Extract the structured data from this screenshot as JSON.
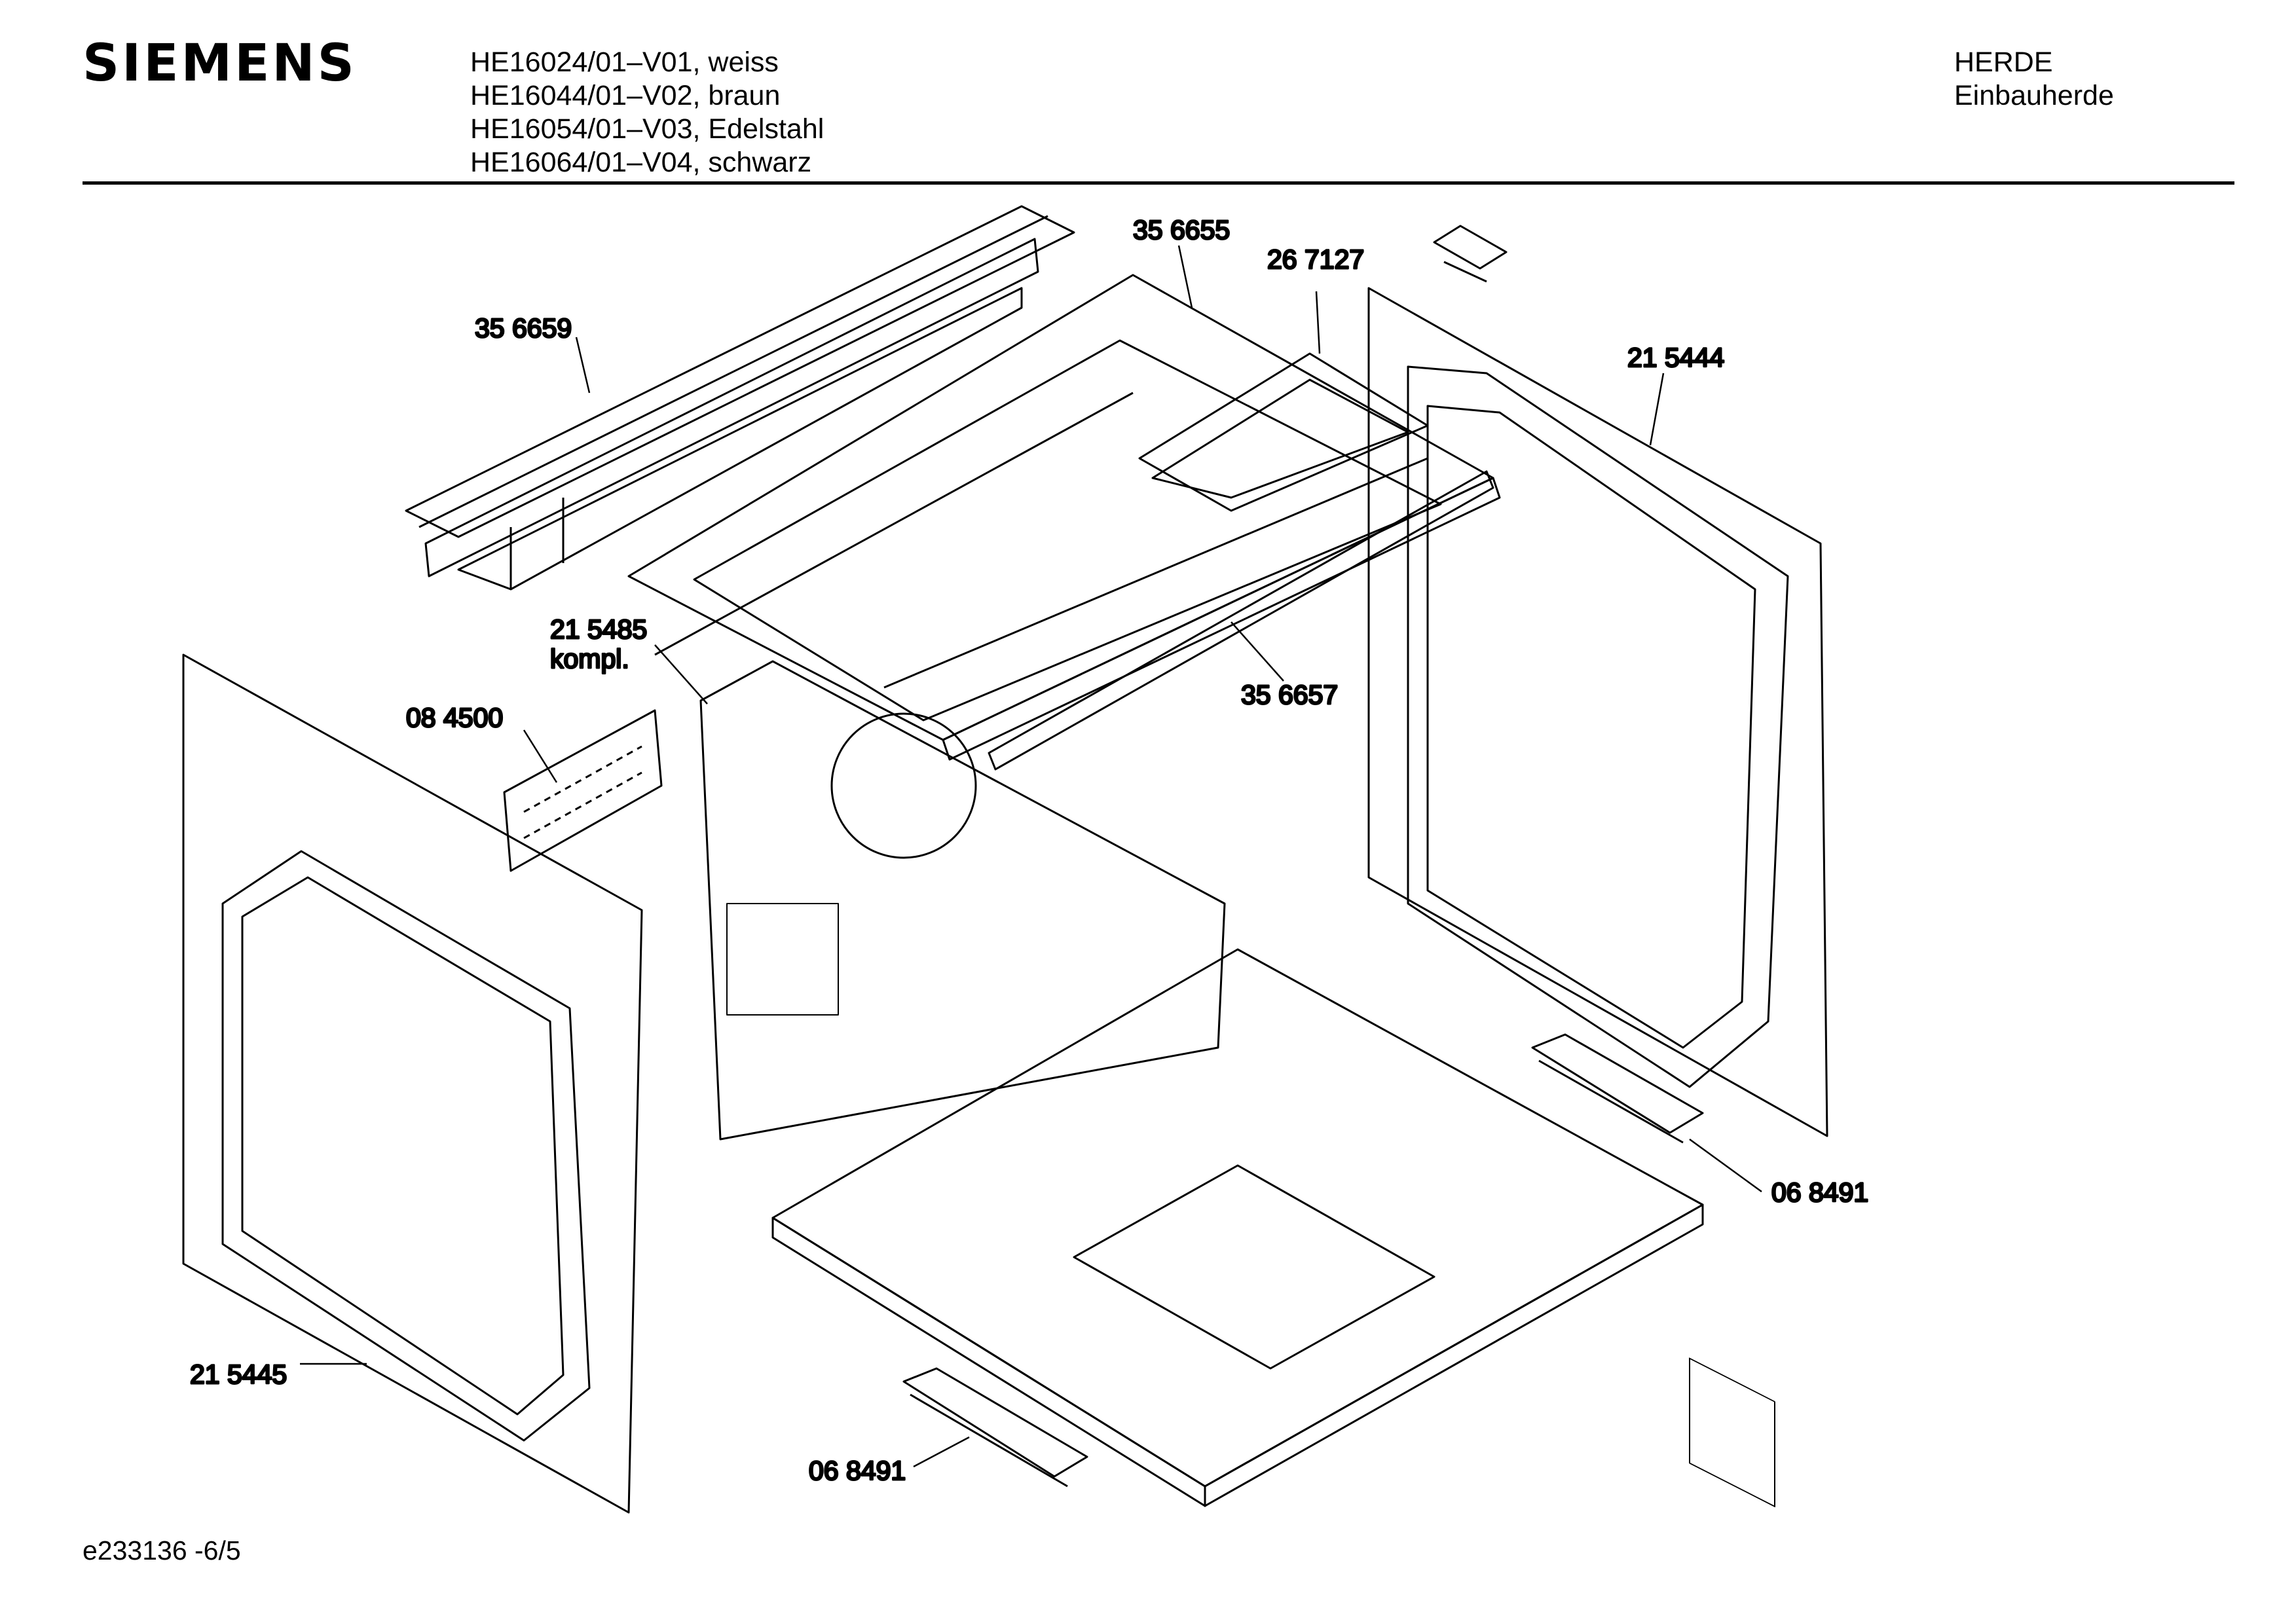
{
  "header": {
    "brand": "SIEMENS",
    "models": [
      "HE16024/01–V01, weiss",
      "HE16044/01–V02, braun",
      "HE16054/01–V03, Edelstahl",
      "HE16064/01–V04, schwarz"
    ],
    "category": [
      "HERDE",
      "Einbauherde"
    ]
  },
  "parts": {
    "top_rail": "35 6659",
    "top_cover": "35 6655",
    "top_bracket": "26 7127",
    "right_side_panel": "21 5444",
    "back_panel": "21 5485",
    "back_panel_note": "kompl.",
    "grille": "08 4500",
    "front_strip": "35 6657",
    "rail_right": "06 8491",
    "left_side_panel": "21 5445",
    "rail_bottom": "06 8491"
  },
  "footer": {
    "doc_id": "e233136 -6/5"
  }
}
